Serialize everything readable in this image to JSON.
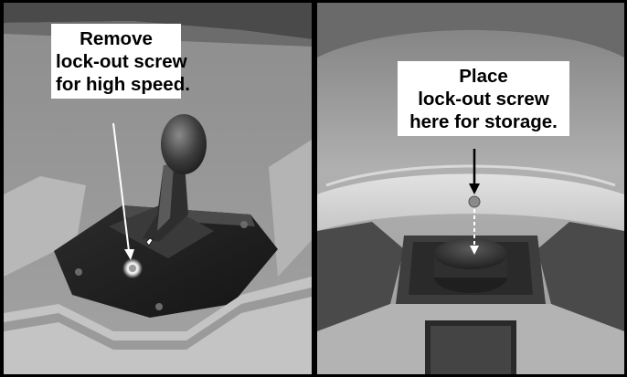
{
  "panels": [
    {
      "name": "high-speed",
      "callout": [
        "Remove",
        "lock-out screw",
        "for high speed."
      ]
    },
    {
      "name": "storage",
      "callout": [
        "Place",
        "lock-out screw",
        "here for storage."
      ]
    }
  ],
  "colors": {
    "frame": "#000000",
    "callout_bg": "#ffffff",
    "callout_text": "#000000",
    "arrow": "#ffffff",
    "arrow_dark": "#000000"
  },
  "icons": [
    "knob",
    "lever",
    "screw",
    "arrow",
    "screw-hole",
    "dial"
  ]
}
